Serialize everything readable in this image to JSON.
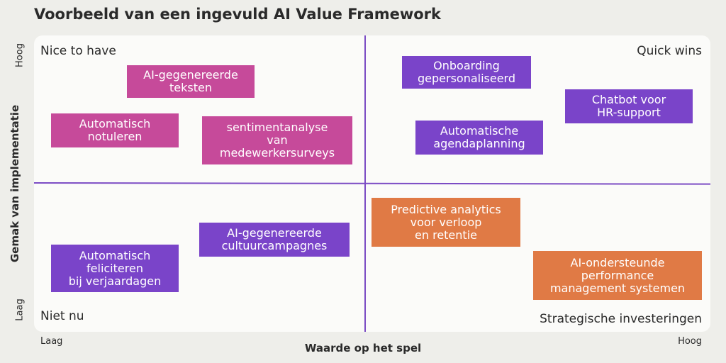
{
  "title": "Voorbeeld van een ingevuld AI Value Framework",
  "axes": {
    "y_label": "Gemak van implementatie",
    "y_high": "Hoog",
    "y_low": "Laag",
    "x_label": "Waarde op het spel",
    "x_low": "Laag",
    "x_high": "Hoog"
  },
  "quadrants": {
    "top_left": "Nice to have",
    "top_right": "Quick wins",
    "bottom_left": "Niet nu",
    "bottom_right": "Strategische investeringen"
  },
  "colors": {
    "pink": "#c64a9a",
    "purple": "#7a44c9",
    "orange": "#e07a45",
    "divider": "#7b4bc4"
  },
  "items": {
    "ai_teksten": "AI-gegenereerde\nteksten",
    "notuleren": "Automatisch\nnotuleren",
    "sentiment": "sentimentanalyse\nvan\nmedewerkersurveys",
    "onboarding": "Onboarding\ngepersonaliseerd",
    "chatbot": "Chatbot voor\nHR-support",
    "agenda": "Automatische\nagendaplanning",
    "cultuur": "AI-gegenereerde\ncultuurcampagnes",
    "feliciteren": "Automatisch\nfeliciteren\nbij verjaardagen",
    "predictive": "Predictive analytics\nvoor verloop\nen retentie",
    "performance": "AI-ondersteunde\nperformance\nmanagement systemen"
  }
}
